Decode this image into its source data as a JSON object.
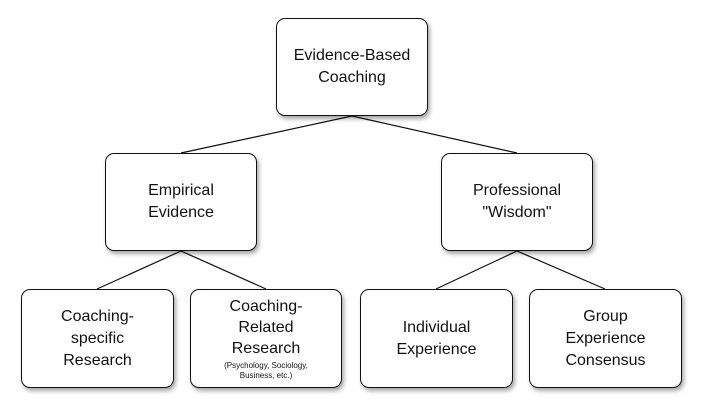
{
  "diagram": {
    "root": {
      "label": "Evidence-Based\nCoaching"
    },
    "branches": [
      {
        "label": "Empirical\nEvidence",
        "children": [
          {
            "label": "Coaching-\nspecific\nResearch",
            "note": ""
          },
          {
            "label": "Coaching-\nRelated\nResearch",
            "note": "(Psychology, Sociology,\nBusiness, etc.)"
          }
        ]
      },
      {
        "label": "Professional\n\"Wisdom\"",
        "children": [
          {
            "label": "Individual\nExperience",
            "note": ""
          },
          {
            "label": "Group\nExperience\nConsensus",
            "note": ""
          }
        ]
      }
    ]
  }
}
